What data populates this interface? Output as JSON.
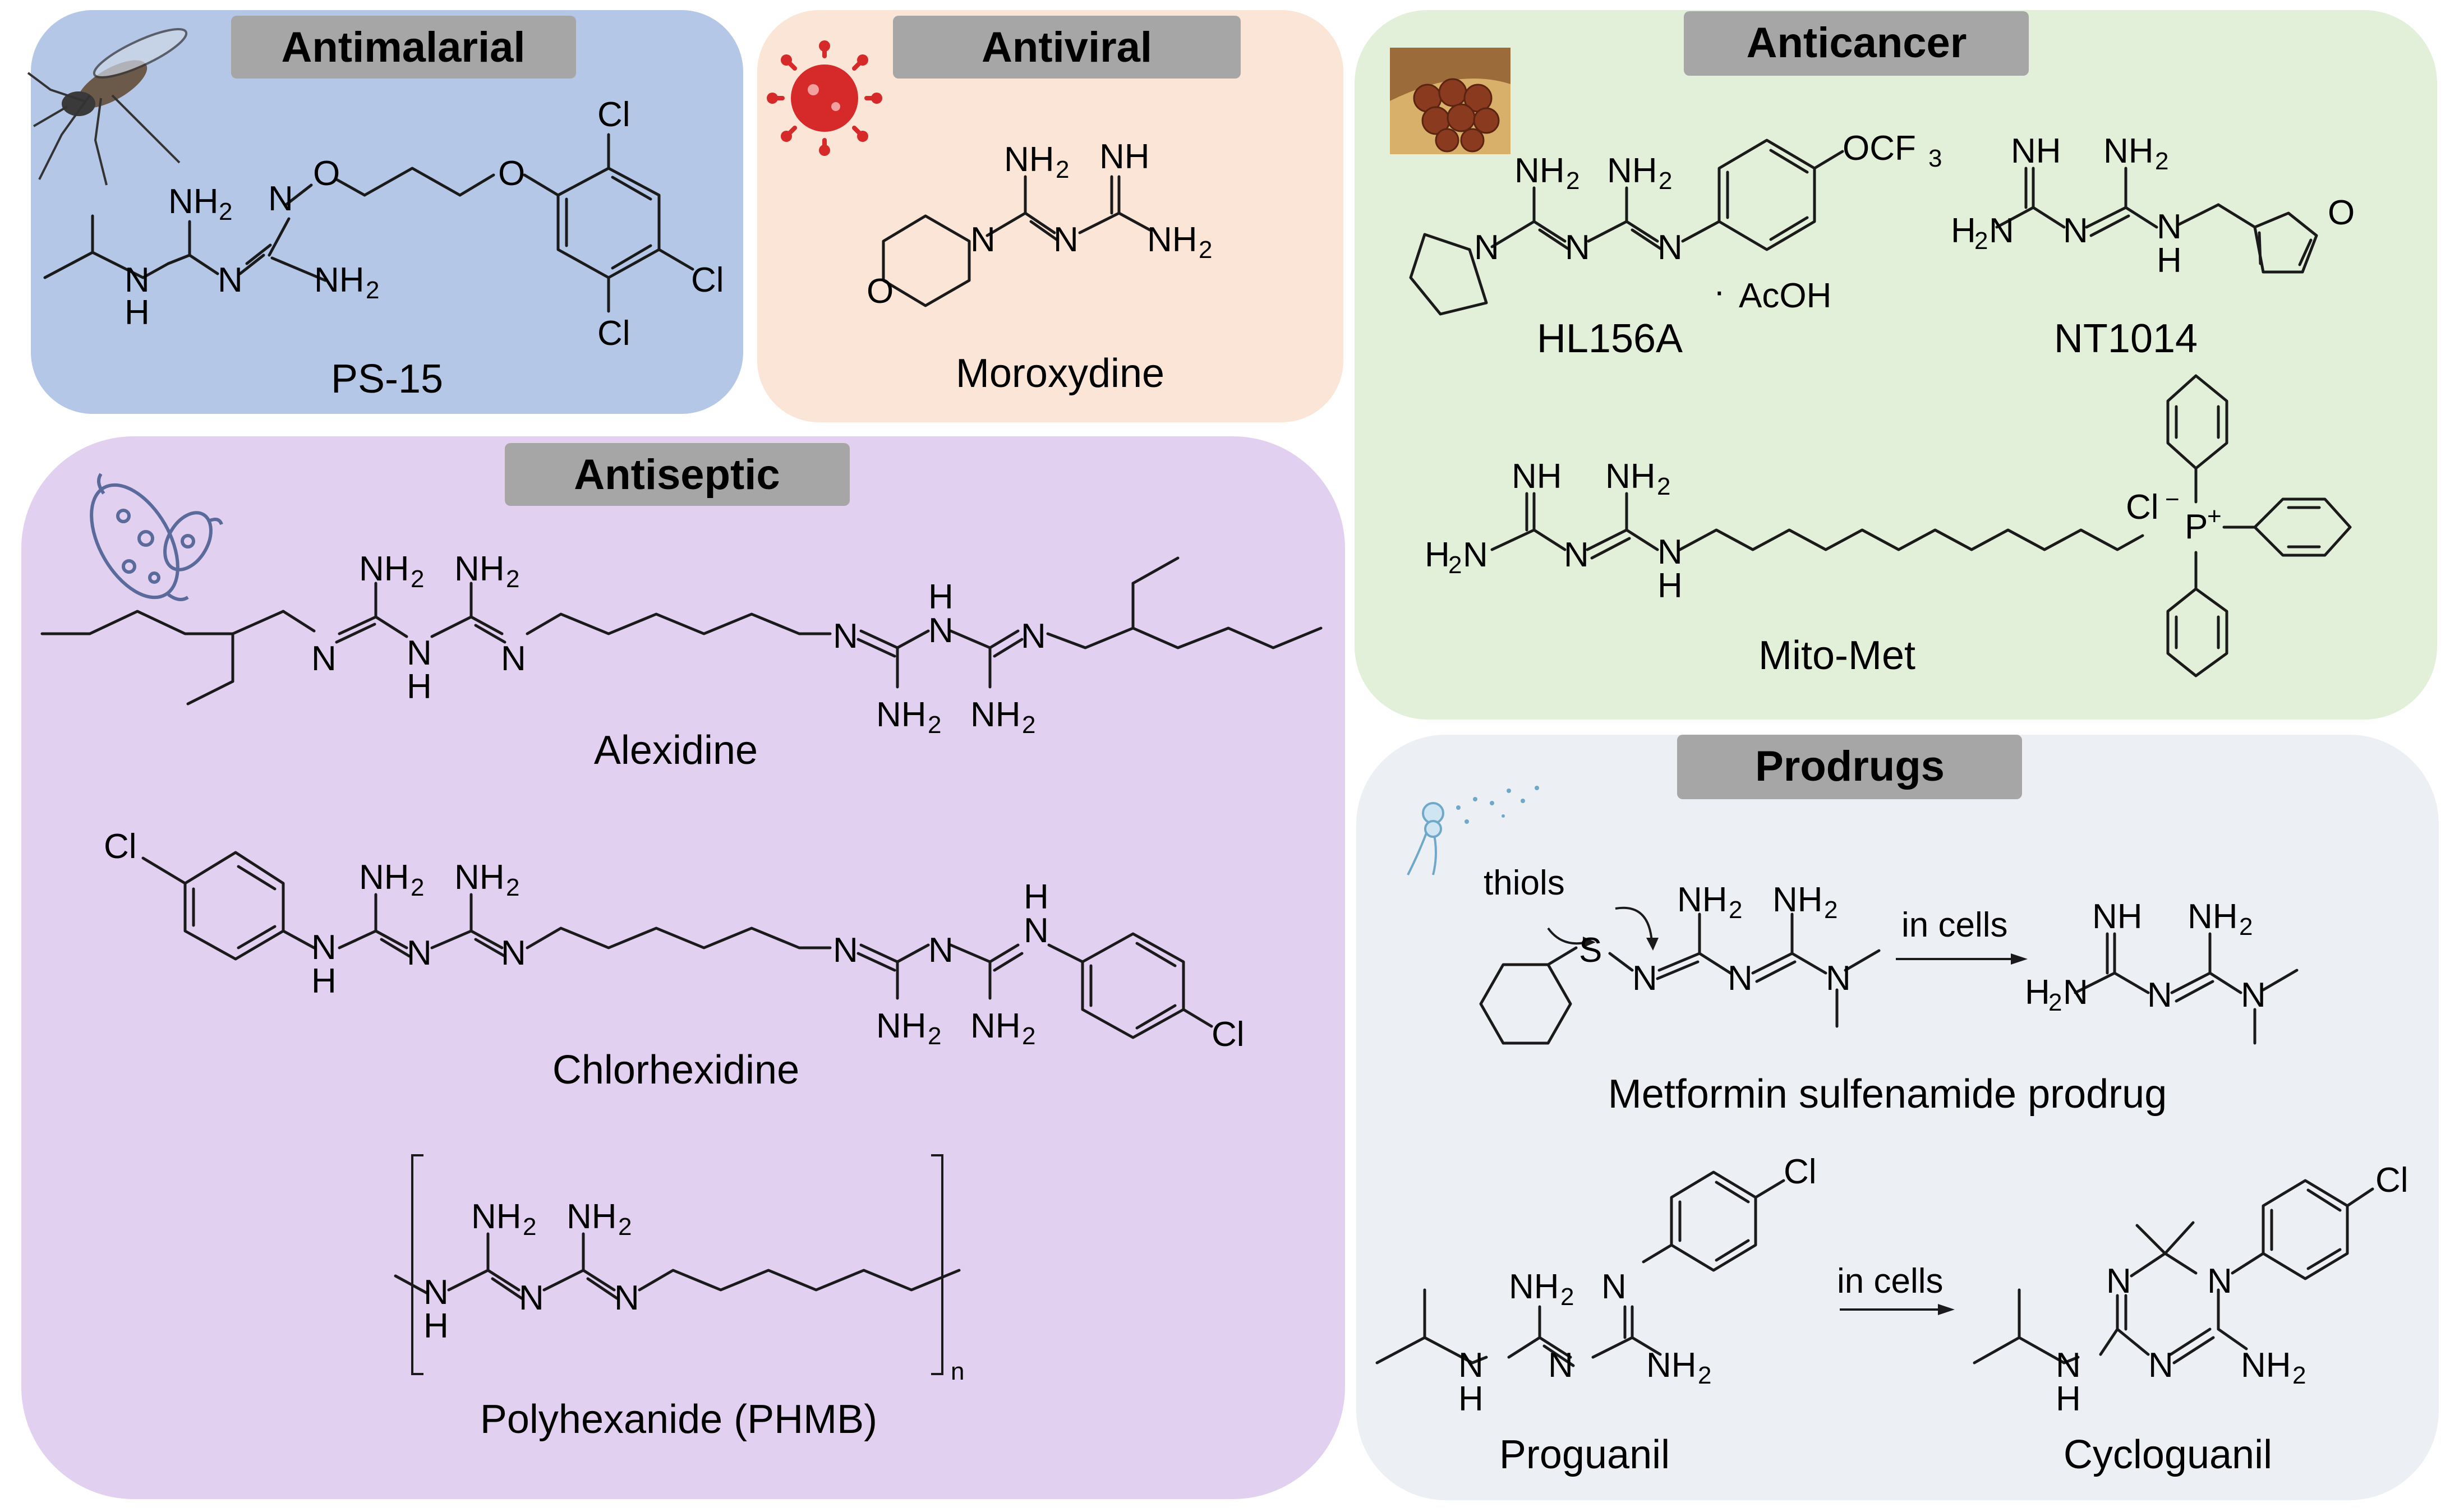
{
  "panels": {
    "antimalarial": {
      "title": "Antimalarial",
      "compound": "PS-15",
      "bg": "#b4c7e7",
      "icon": "mosquito-icon"
    },
    "antiviral": {
      "title": "Antiviral",
      "compound": "Moroxydine",
      "bg": "#fbe5d6",
      "icon": "virus-icon"
    },
    "anticancer": {
      "title": "Anticancer",
      "compounds": [
        "HL156A",
        "NT1014",
        "Mito-Met"
      ],
      "salt": "AcOH",
      "counterion": "Cl",
      "bg": "#e2f0d9",
      "icon": "tumor-tissue-icon"
    },
    "antiseptic": {
      "title": "Antiseptic",
      "compounds": [
        "Alexidine",
        "Chlorhexidine",
        "Polyhexanide (PHMB)"
      ],
      "polymer_index": "n",
      "bg": "#e2d0f0",
      "icon": "bacteria-icon"
    },
    "prodrugs": {
      "title": "Prodrugs",
      "compounds": [
        "Metformin sulfenamide prodrug",
        "Proguanil",
        "Cycloguanil"
      ],
      "reagent": "thiols",
      "condition": "in cells",
      "bg": "#eceff4",
      "icon": "dandelion-icon"
    }
  },
  "header_bg": "#a6a6a6",
  "atoms": {
    "NH2": "NH",
    "sub2": "2",
    "NH": "NH",
    "N": "N",
    "H": "H",
    "O": "O",
    "S": "S",
    "Cl": "Cl",
    "P": "P",
    "plus": "+",
    "minus": "−",
    "OCF3": "OCF",
    "sub3": "3",
    "H2N": "H",
    "dot": "·"
  }
}
